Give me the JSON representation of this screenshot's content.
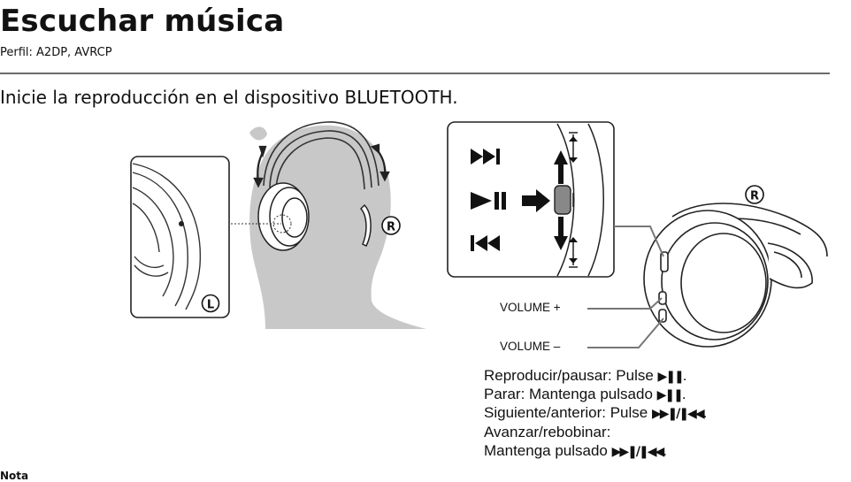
{
  "page": {
    "title": "Escuchar música",
    "profile": "Perfil: A2DP, AVRCP",
    "intro": "Inicie la reproducción en el dispositivo BLUETOOTH.",
    "note_heading": "Nota"
  },
  "figure": {
    "left_marker": "L",
    "right_marker": "R",
    "volume_plus_label": "VOLUME +",
    "volume_minus_label": "VOLUME –"
  },
  "instructions": [
    {
      "text": "Reproducir/pausar: Pulse ",
      "symbol": "▶❚❚",
      "end": "."
    },
    {
      "text": "Parar: Mantenga pulsado ",
      "symbol": "▶❚❚",
      "end": "."
    },
    {
      "text": "Siguiente/anterior: Pulse ",
      "symbol": "▶▶❚/❚◀◀",
      "end": "."
    },
    {
      "text": "Avanzar/rebobinar:",
      "symbol": "",
      "end": ""
    },
    {
      "text": "Mantenga pulsado ",
      "symbol": "▶▶❚/❚◀◀",
      "end": "."
    }
  ],
  "colors": {
    "head_gray": "#c8c8c8",
    "line_gray": "#444444",
    "rule_gray": "#6b6b6b"
  }
}
